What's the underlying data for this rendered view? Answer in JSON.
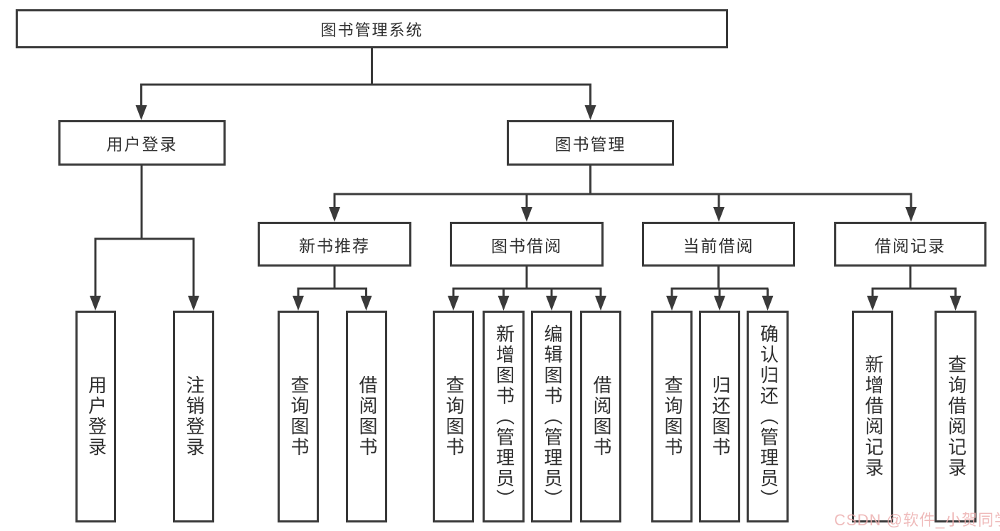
{
  "tree": {
    "label": "图书管理系统",
    "children": [
      {
        "label": "用户登录",
        "children": [
          {
            "label": "用户登录"
          },
          {
            "label": "注销登录"
          }
        ]
      },
      {
        "label": "图书管理",
        "children": [
          {
            "label": "新书推荐",
            "children": [
              {
                "label": "查询图书"
              },
              {
                "label": "借阅图书"
              }
            ]
          },
          {
            "label": "图书借阅",
            "children": [
              {
                "label": "查询图书"
              },
              {
                "label": "新增图书（管理员）"
              },
              {
                "label": "编辑图书（管理员）"
              },
              {
                "label": "借阅图书"
              }
            ]
          },
          {
            "label": "当前借阅",
            "children": [
              {
                "label": "查询图书"
              },
              {
                "label": "归还图书"
              },
              {
                "label": "确认归还（管理员）"
              }
            ]
          },
          {
            "label": "借阅记录",
            "children": [
              {
                "label": "新增借阅记录"
              },
              {
                "label": "查询借阅记录"
              }
            ]
          }
        ]
      }
    ]
  },
  "watermark": {
    "text": "CSDN @软件_小贺同学",
    "color": "#ebacac"
  },
  "colors": {
    "line": "#3a3a3a",
    "text": "#2f2f2f",
    "background": "#ffffff"
  }
}
